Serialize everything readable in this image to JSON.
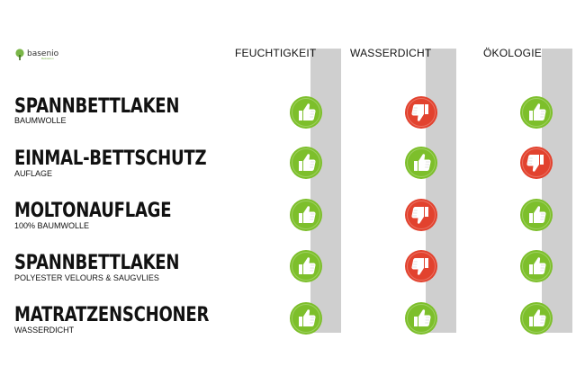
{
  "brand": {
    "name": "basenio",
    "tagline": "Bettwaren",
    "icon": "tree-logo-icon"
  },
  "columns": [
    {
      "label": "FEUCHTIGKEIT"
    },
    {
      "label": "WASSERDICHT"
    },
    {
      "label": "ÖKOLOGIE"
    }
  ],
  "colors": {
    "good": "#7dbf2b",
    "bad": "#e2422e",
    "bar": "#cfcfcf"
  },
  "rows": [
    {
      "title": "SPANNBETTLAKEN",
      "subtitle": "BAUMWOLLE",
      "ratings": [
        "up",
        "down",
        "up"
      ]
    },
    {
      "title": "EINMAL-BETTSCHUTZ",
      "subtitle": "AUFLAGE",
      "ratings": [
        "up",
        "up",
        "down"
      ]
    },
    {
      "title": "MOLTONAUFLAGE",
      "subtitle": "100% BAUMWOLLE",
      "ratings": [
        "up",
        "down",
        "up"
      ]
    },
    {
      "title": "SPANNBETTLAKEN",
      "subtitle": "POLYESTER VELOURS & SAUGVLIES",
      "ratings": [
        "up",
        "down",
        "up"
      ]
    },
    {
      "title": "MATRATZENSCHONER",
      "subtitle": "WASSERDICHT",
      "ratings": [
        "up",
        "up",
        "up"
      ]
    }
  ]
}
